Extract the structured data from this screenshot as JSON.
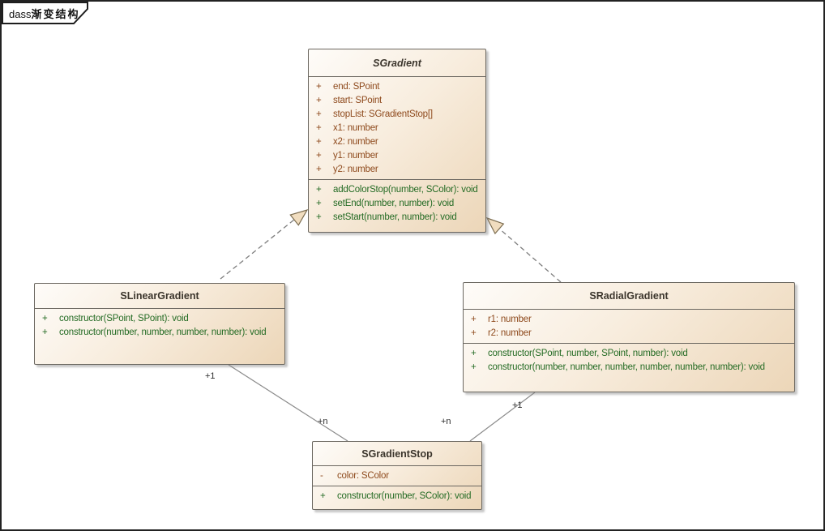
{
  "frame": {
    "keyword": "dass",
    "title": "渐变结构"
  },
  "colors": {
    "attribute_text": "#8e4a1d",
    "operation_text": "#246b24",
    "box_fill_light": "#fefcf9",
    "box_fill_dark": "#ecd6b8",
    "box_border": "#6b6760",
    "connector": "#868686"
  },
  "classes": {
    "sgradient": {
      "name": "SGradient",
      "stereotype": "abstract",
      "attributes": [
        {
          "vis": "+",
          "text": "end: SPoint"
        },
        {
          "vis": "+",
          "text": "start: SPoint"
        },
        {
          "vis": "+",
          "text": "stopList: SGradientStop[]"
        },
        {
          "vis": "+",
          "text": "x1: number"
        },
        {
          "vis": "+",
          "text": "x2: number"
        },
        {
          "vis": "+",
          "text": "y1: number"
        },
        {
          "vis": "+",
          "text": "y2: number"
        }
      ],
      "operations": [
        {
          "vis": "+",
          "text": "addColorStop(number, SColor): void"
        },
        {
          "vis": "+",
          "text": "setEnd(number, number): void"
        },
        {
          "vis": "+",
          "text": "setStart(number, number): void"
        }
      ]
    },
    "slineargradient": {
      "name": "SLinearGradient",
      "operations": [
        {
          "vis": "+",
          "text": "constructor(SPoint, SPoint): void"
        },
        {
          "vis": "+",
          "text": "constructor(number, number, number, number): void"
        }
      ]
    },
    "sradialgradient": {
      "name": "SRadialGradient",
      "attributes": [
        {
          "vis": "+",
          "text": "r1: number"
        },
        {
          "vis": "+",
          "text": "r2: number"
        }
      ],
      "operations": [
        {
          "vis": "+",
          "text": "constructor(SPoint, number, SPoint, number): void"
        },
        {
          "vis": "+",
          "text": "constructor(number, number, number, number, number, number): void"
        }
      ]
    },
    "sgradientstop": {
      "name": "SGradientStop",
      "attributes": [
        {
          "vis": "-",
          "text": "color: SColor"
        }
      ],
      "operations": [
        {
          "vis": "+",
          "text": "constructor(number, SColor): void"
        }
      ]
    }
  },
  "relations": {
    "linear_to_stop": {
      "source_mult": "+1",
      "target_mult": "+n"
    },
    "radial_to_stop": {
      "source_mult": "+1",
      "target_mult": "+n"
    }
  }
}
